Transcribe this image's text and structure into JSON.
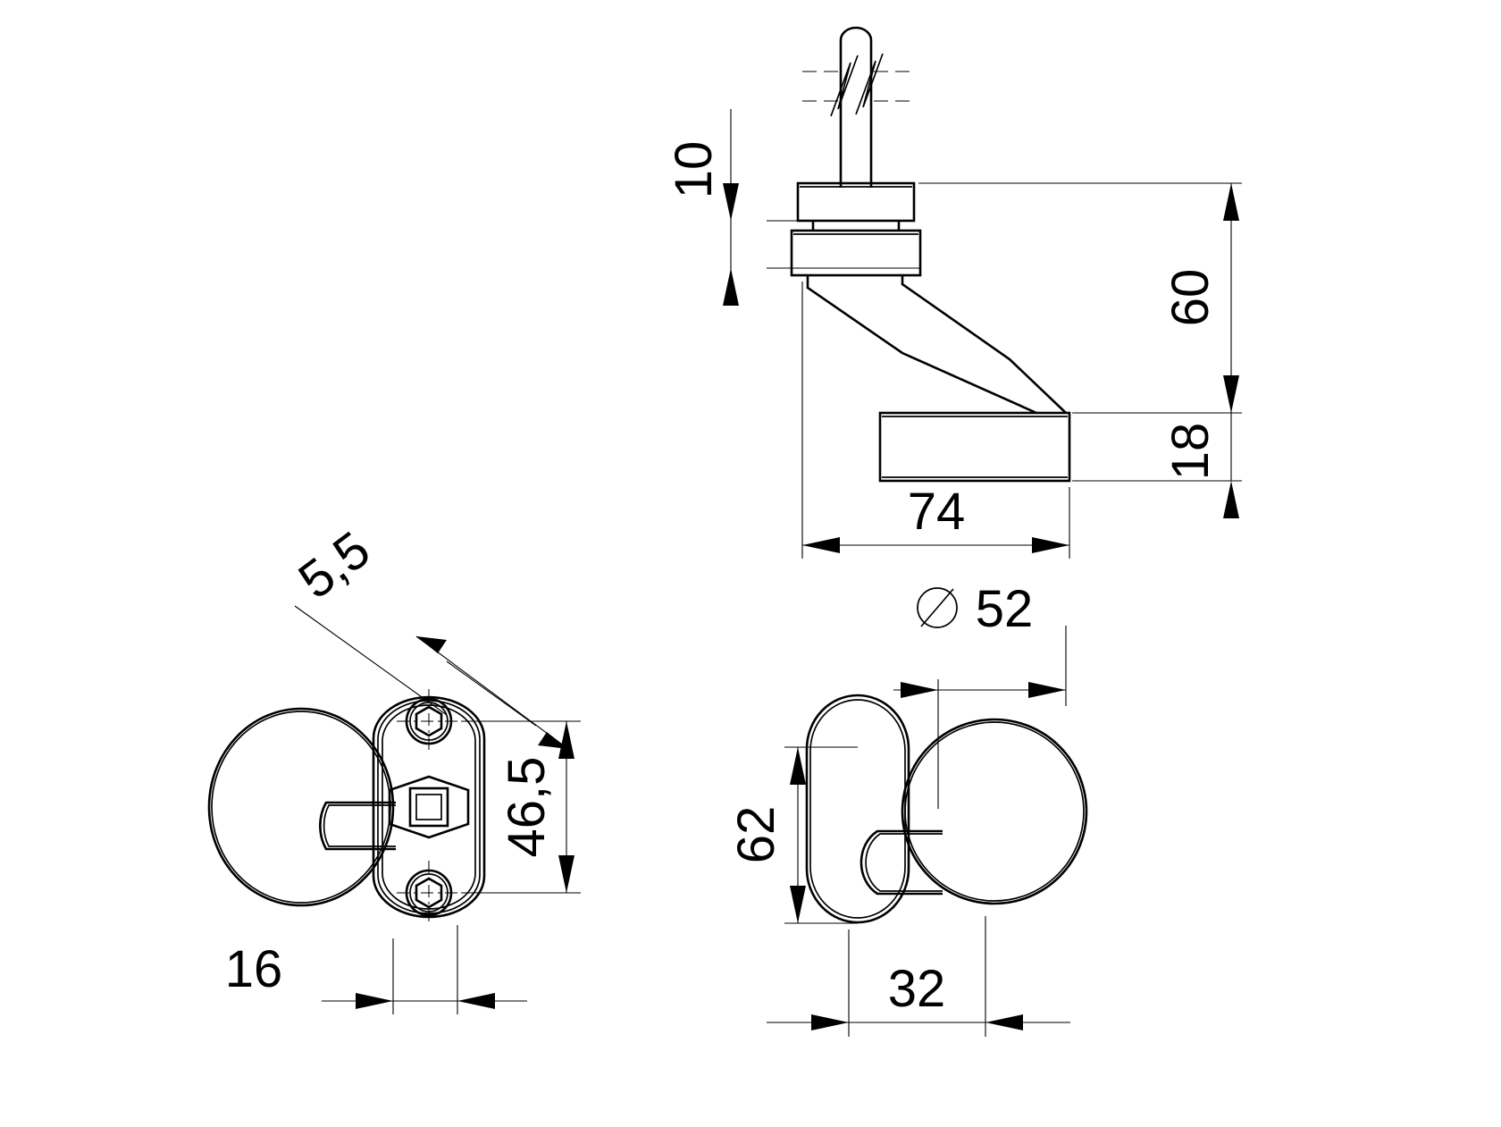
{
  "drawing": {
    "type": "technical-engineering-drawing",
    "subject": "door knob handle assembly with oval rosette",
    "background_color": "#ffffff",
    "line_color": "#000000",
    "units": "mm",
    "views": [
      {
        "id": "side-elevation",
        "name": "Side elevation with spindle",
        "position": "top-right"
      },
      {
        "id": "top-plan",
        "name": "Plan view of rosette with fixing screws",
        "position": "bottom-left"
      },
      {
        "id": "front-elevation",
        "name": "Front elevation of knob and rosette",
        "position": "bottom-right"
      }
    ]
  },
  "dimensions": {
    "spindle_height": {
      "value": "10",
      "view": "side-elevation",
      "orientation": "vertical",
      "label": "10"
    },
    "overall_height": {
      "value": "60",
      "view": "side-elevation",
      "orientation": "vertical",
      "label": "60"
    },
    "rosette_thickness": {
      "value": "18",
      "view": "side-elevation",
      "orientation": "vertical",
      "label": "18"
    },
    "projection": {
      "value": "74",
      "view": "side-elevation",
      "orientation": "horizontal",
      "label": "74"
    },
    "screw_diameter": {
      "value": "5,5",
      "view": "top-plan",
      "orientation": "leader",
      "label": "5,5"
    },
    "screw_spacing": {
      "value": "46,5",
      "view": "top-plan",
      "orientation": "vertical",
      "label": "46,5"
    },
    "rosette_offset": {
      "value": "16",
      "view": "top-plan",
      "orientation": "horizontal",
      "label": "16"
    },
    "knob_diameter": {
      "value": "52",
      "view": "front-elevation",
      "orientation": "horizontal",
      "label": "52",
      "prefix": "⌀"
    },
    "rosette_length": {
      "value": "62",
      "view": "front-elevation",
      "orientation": "vertical",
      "label": "62"
    },
    "rosette_width": {
      "value": "32",
      "view": "front-elevation",
      "orientation": "horizontal",
      "label": "32"
    }
  },
  "symbols": {
    "diameter_symbol": "⌀",
    "break_line": "zig-zag-break-symbol"
  }
}
